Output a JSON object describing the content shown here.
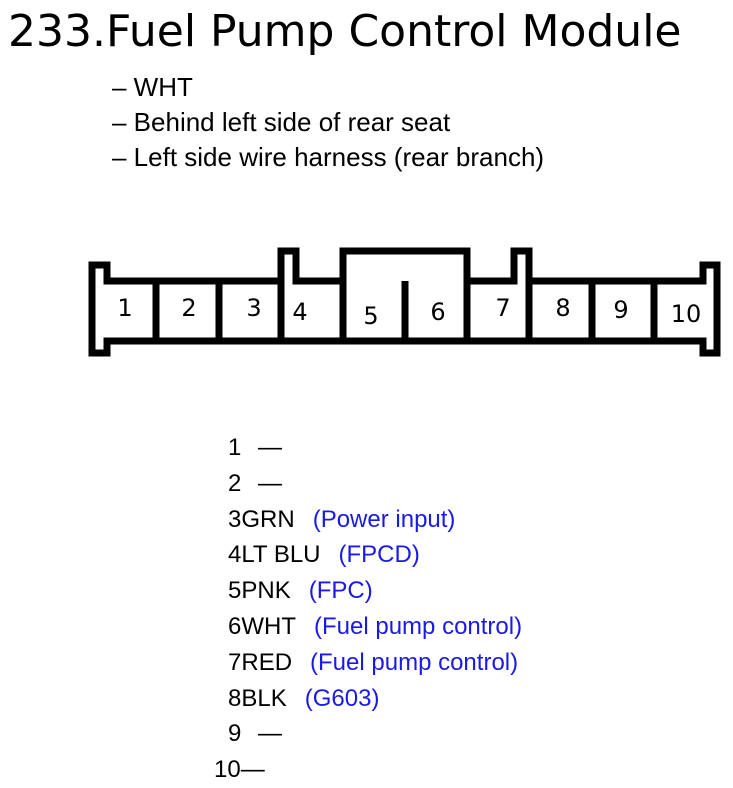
{
  "title": "233.Fuel Pump Control Module",
  "info_lines": [
    "– WHT",
    "– Behind left side of rear seat",
    "– Left side wire harness (rear branch)"
  ],
  "connector": {
    "cells": [
      "1",
      "2",
      "3",
      "4",
      "5",
      "6",
      "7",
      "8",
      "9",
      "10"
    ]
  },
  "pins": [
    {
      "num": "1",
      "wire": "—",
      "func": ""
    },
    {
      "num": "2",
      "wire": "—",
      "func": ""
    },
    {
      "num": "3",
      "wire": "GRN",
      "func": "(Power input)"
    },
    {
      "num": "4",
      "wire": "LT BLU",
      "func": "(FPCD)"
    },
    {
      "num": "5",
      "wire": "PNK",
      "func": "(FPC)"
    },
    {
      "num": "6",
      "wire": "WHT",
      "func": "(Fuel pump control)"
    },
    {
      "num": "7",
      "wire": "RED",
      "func": "(Fuel pump control)"
    },
    {
      "num": "8",
      "wire": "BLK",
      "func": "(G603)"
    },
    {
      "num": "9",
      "wire": "—",
      "func": ""
    },
    {
      "num": "10",
      "wire": "—",
      "func": ""
    }
  ],
  "colors": {
    "func_text": "#1a1ae6",
    "outline": "#000000"
  }
}
